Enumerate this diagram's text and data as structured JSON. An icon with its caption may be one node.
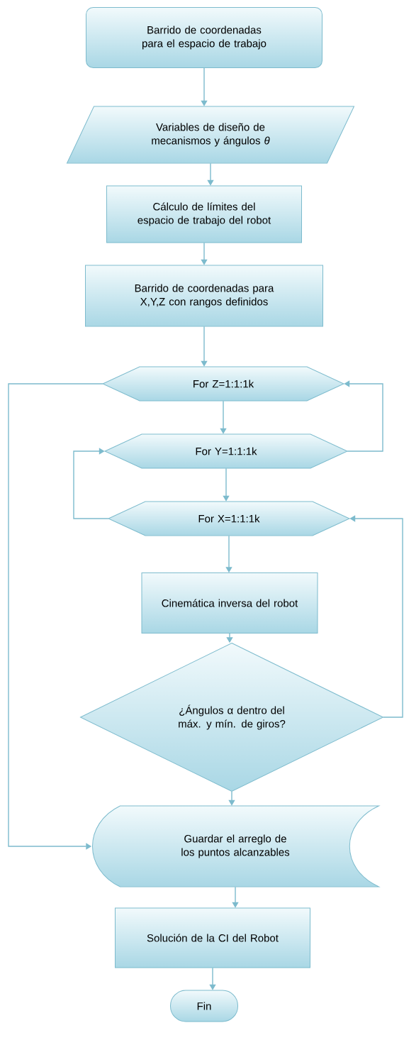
{
  "diagram": {
    "nodes": [
      {
        "text": [
          "Barrido de coordenadas para el espacio de trabajo"
        ]
      },
      {
        "text": [
          "Variables de diseño de mecanismos y ángulos *θ*"
        ]
      },
      {
        "text": [
          "Cálculo de límites del espacio de trabajo del robot"
        ]
      },
      {
        "text": [
          "Barrido de coordenadas para X,Y,Z con rangos definidos"
        ]
      },
      {
        "text": [
          "For Z=1:1:1k"
        ]
      },
      {
        "text": [
          "For Y=1:1:1k"
        ]
      },
      {
        "text": [
          "For X=1:1:1k"
        ]
      },
      {
        "text": [
          "Cinemática inversa del robot"
        ]
      },
      {
        "text": [
          "¿Ángulos α dentro del máx. y mín.  de giros?"
        ]
      },
      {
        "text": [
          "Guardar el arreglo de los  puntos alcanzables"
        ]
      },
      {
        "text": [
          "Solución de la CI del Robot"
        ]
      },
      {
        "text": [
          "Fin"
        ]
      }
    ],
    "edges": [
      {
        "from": 0,
        "to": 1,
        "arrow": "to"
      },
      {
        "from": 1,
        "to": 2,
        "arrow": "to"
      },
      {
        "from": 2,
        "to": 3,
        "arrow": "to"
      },
      {
        "from": 3,
        "to": 4,
        "arrow": "to"
      },
      {
        "from": 4,
        "to": 5,
        "arrow": "to"
      },
      {
        "from": 5,
        "to": 6,
        "arrow": "to"
      },
      {
        "from": 6,
        "to": 7,
        "arrow": "to"
      },
      {
        "from": 7,
        "to": 8,
        "arrow": "to"
      },
      {
        "from": 8,
        "to": 9,
        "arrow": "to"
      },
      {
        "from": 9,
        "to": 10,
        "arrow": "to"
      },
      {
        "from": 10,
        "to": 11,
        "arrow": "to"
      },
      {
        "from": 5,
        "to": 4,
        "arrow": "to"
      },
      {
        "from": 6,
        "to": 5,
        "arrow": "to"
      },
      {
        "from": 8,
        "to": 6,
        "arrow": "to"
      },
      {
        "from": 4,
        "to": 9,
        "arrow": "to"
      }
    ]
  }
}
